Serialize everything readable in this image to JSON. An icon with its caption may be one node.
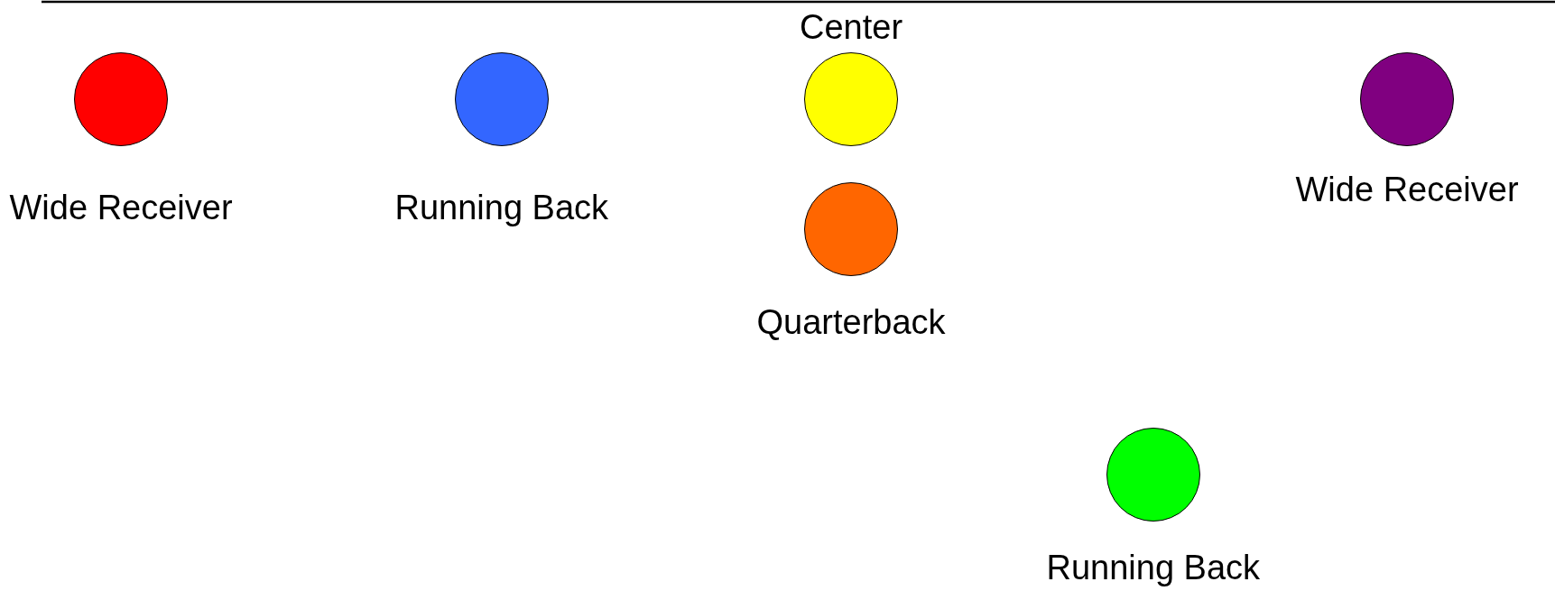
{
  "diagram": {
    "nodes": [
      {
        "text": [
          "Wide Receiver"
        ]
      },
      {
        "text": [
          "Running Back"
        ]
      },
      {
        "text": [
          "Center"
        ]
      },
      {
        "text": [
          "Wide Receiver"
        ]
      },
      {
        "text": [
          "Quarterback"
        ]
      },
      {
        "text": [
          "Running Back"
        ]
      }
    ]
  }
}
